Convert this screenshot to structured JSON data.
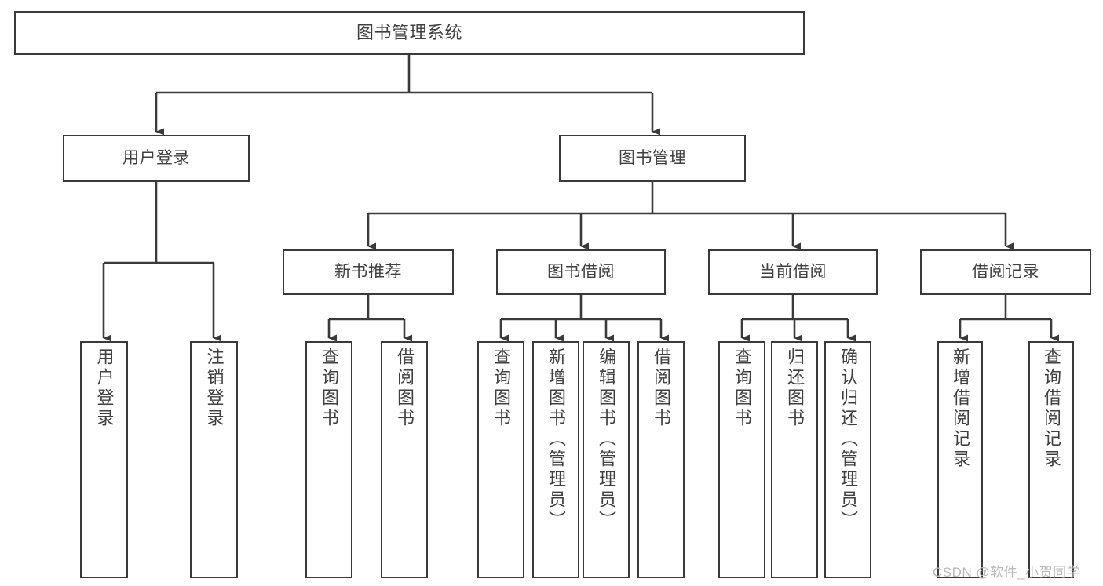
{
  "diagram": {
    "title": "图书管理系统",
    "type": "tree-hierarchy",
    "style": {
      "box_border_color": "#3a3a3a",
      "box_fill_color": "#ffffff",
      "text_color": "#404040",
      "edge_color": "#3a3a3a",
      "background_color": "#ffffff",
      "watermark_color": "#b9b9b9"
    },
    "watermark": "CSDN @软件_小贺同学",
    "nodes": {
      "root": {
        "label": "图书管理系统"
      },
      "level2": [
        {
          "id": "user-login",
          "label": "用户登录"
        },
        {
          "id": "book-manage",
          "label": "图书管理"
        }
      ],
      "level3": [
        {
          "id": "new-book-recommend",
          "label": "新书推荐"
        },
        {
          "id": "book-borrow",
          "label": "图书借阅"
        },
        {
          "id": "current-borrow",
          "label": "当前借阅"
        },
        {
          "id": "borrow-record",
          "label": "借阅记录"
        }
      ],
      "leaves": {
        "user_login": [
          {
            "id": "leaf-user-login",
            "label": "用户登录"
          },
          {
            "id": "leaf-logout-login",
            "label": "注销登录"
          }
        ],
        "new_book_recommend": [
          {
            "id": "leaf-query-book-1",
            "label": "查询图书"
          },
          {
            "id": "leaf-borrow-book-1",
            "label": "借阅图书"
          }
        ],
        "book_borrow": [
          {
            "id": "leaf-query-book-2",
            "label": "查询图书"
          },
          {
            "id": "leaf-add-book",
            "label": "新增图书（管理员）"
          },
          {
            "id": "leaf-edit-book",
            "label": "编辑图书（管理员）"
          },
          {
            "id": "leaf-borrow-book-2",
            "label": "借阅图书"
          }
        ],
        "current_borrow": [
          {
            "id": "leaf-query-book-3",
            "label": "查询图书"
          },
          {
            "id": "leaf-return-book",
            "label": "归还图书"
          },
          {
            "id": "leaf-confirm-return",
            "label": "确认归还（管理员）"
          }
        ],
        "borrow_record": [
          {
            "id": "leaf-add-borrow-record",
            "label": "新增借阅记录"
          },
          {
            "id": "leaf-query-borrow-record",
            "label": "查询借阅记录"
          }
        ]
      }
    }
  }
}
